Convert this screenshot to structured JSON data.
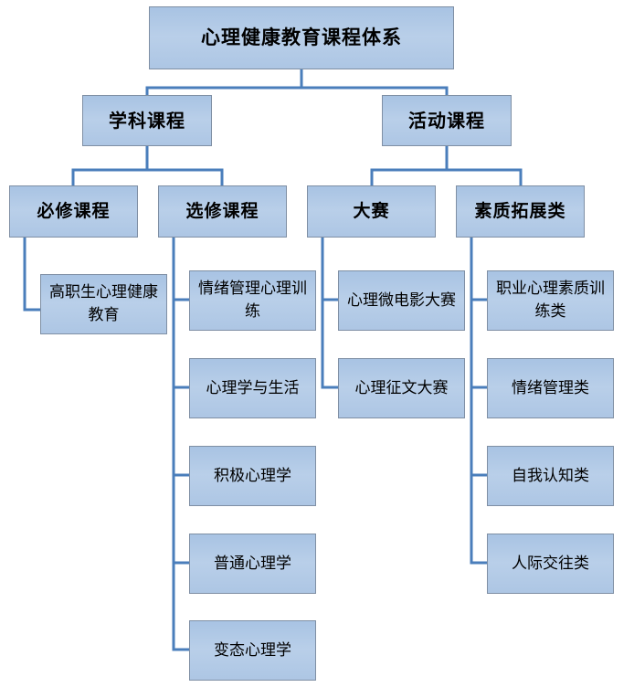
{
  "diagram": {
    "title": "心理健康教育课程体系",
    "type": "organizational-tree",
    "colors": {
      "node_fill_top": "#a8c3e3",
      "node_fill_bottom": "#adc6e4",
      "node_border": "#7f8fa4",
      "connector": "#4a7ebb",
      "text": "#000000",
      "background": "#ffffff"
    },
    "root": {
      "label": "心理健康教育课程体系"
    },
    "level1": [
      {
        "label": "学科课程"
      },
      {
        "label": "活动课程"
      }
    ],
    "level2": [
      {
        "label": "必修课程"
      },
      {
        "label": "选修课程"
      },
      {
        "label": "大赛"
      },
      {
        "label": "素质拓展类"
      }
    ],
    "leaves": {
      "bixiu": [
        {
          "label": "高职生心理健康教育"
        }
      ],
      "xuanxiu": [
        {
          "label": "情绪管理心理训练"
        },
        {
          "label": "心理学与生活"
        },
        {
          "label": "积极心理学"
        },
        {
          "label": "普通心理学"
        },
        {
          "label": "变态心理学"
        }
      ],
      "dasai": [
        {
          "label": "心理微电影大赛"
        },
        {
          "label": "心理征文大赛"
        }
      ],
      "suzhi": [
        {
          "label": "职业心理素质训练类"
        },
        {
          "label": "情绪管理类"
        },
        {
          "label": "自我认知类"
        },
        {
          "label": "人际交往类"
        }
      ]
    }
  }
}
